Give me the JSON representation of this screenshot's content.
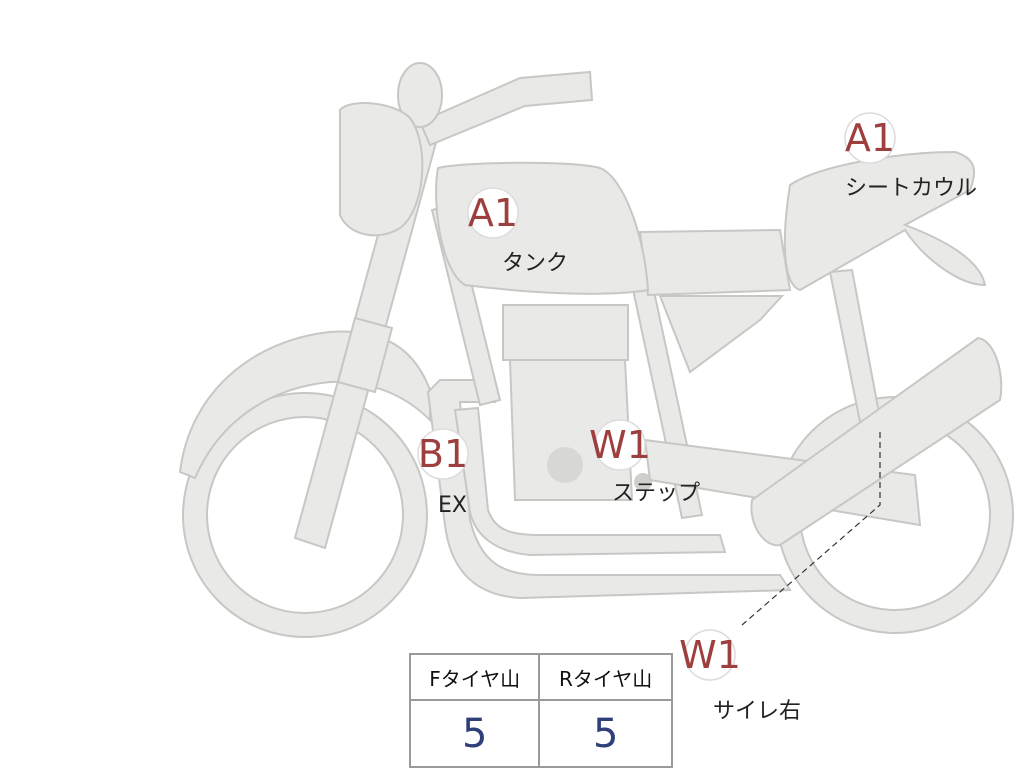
{
  "colors": {
    "part_fill": "#e9e9e7",
    "part_stroke": "#c7c7c4",
    "code_color": "#9e3f3f",
    "value_color": "#2f3f7a"
  },
  "markers": [
    {
      "id": "tank",
      "code": "A1",
      "label": "タンク"
    },
    {
      "id": "seat-cowl",
      "code": "A1",
      "label": "シートカウル"
    },
    {
      "id": "exhaust",
      "code": "B1",
      "label": "EX"
    },
    {
      "id": "step",
      "code": "W1",
      "label": "ステップ"
    },
    {
      "id": "silencer-right",
      "code": "W1",
      "label": "サイレ右"
    }
  ],
  "tread_table": {
    "front_header": "Fタイヤ山",
    "rear_header": "Rタイヤ山",
    "front_value": "5",
    "rear_value": "5"
  }
}
